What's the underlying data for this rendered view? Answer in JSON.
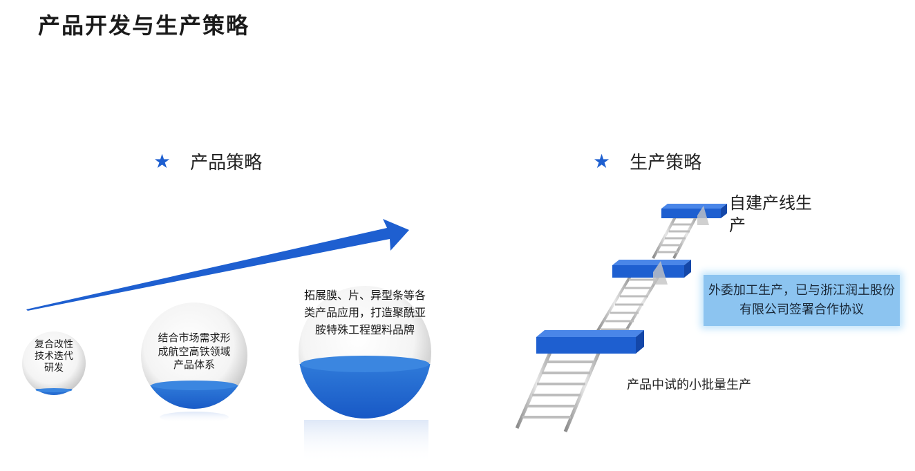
{
  "page": {
    "title": "产品开发与生产策略"
  },
  "product_strategy": {
    "heading": "产品策略",
    "bubbles": [
      {
        "text": "复合改性技术迭代研发"
      },
      {
        "text": "结合市场需求形成航空高铁领域产品体系"
      },
      {
        "text": "拓展膜、片、异型条等各类产品应用，打造聚酰亚胺特殊工程塑料品牌"
      }
    ]
  },
  "production_strategy": {
    "heading": "生产策略",
    "steps": [
      {
        "label": "产品中试的小批量生产"
      },
      {
        "label": "外委加工生产，已与浙江润土股份有限公司签署合作协议"
      },
      {
        "label": "自建产线生产"
      }
    ]
  },
  "colors": {
    "accent": "#1e5fd0",
    "callout": "#8cc4f0"
  }
}
